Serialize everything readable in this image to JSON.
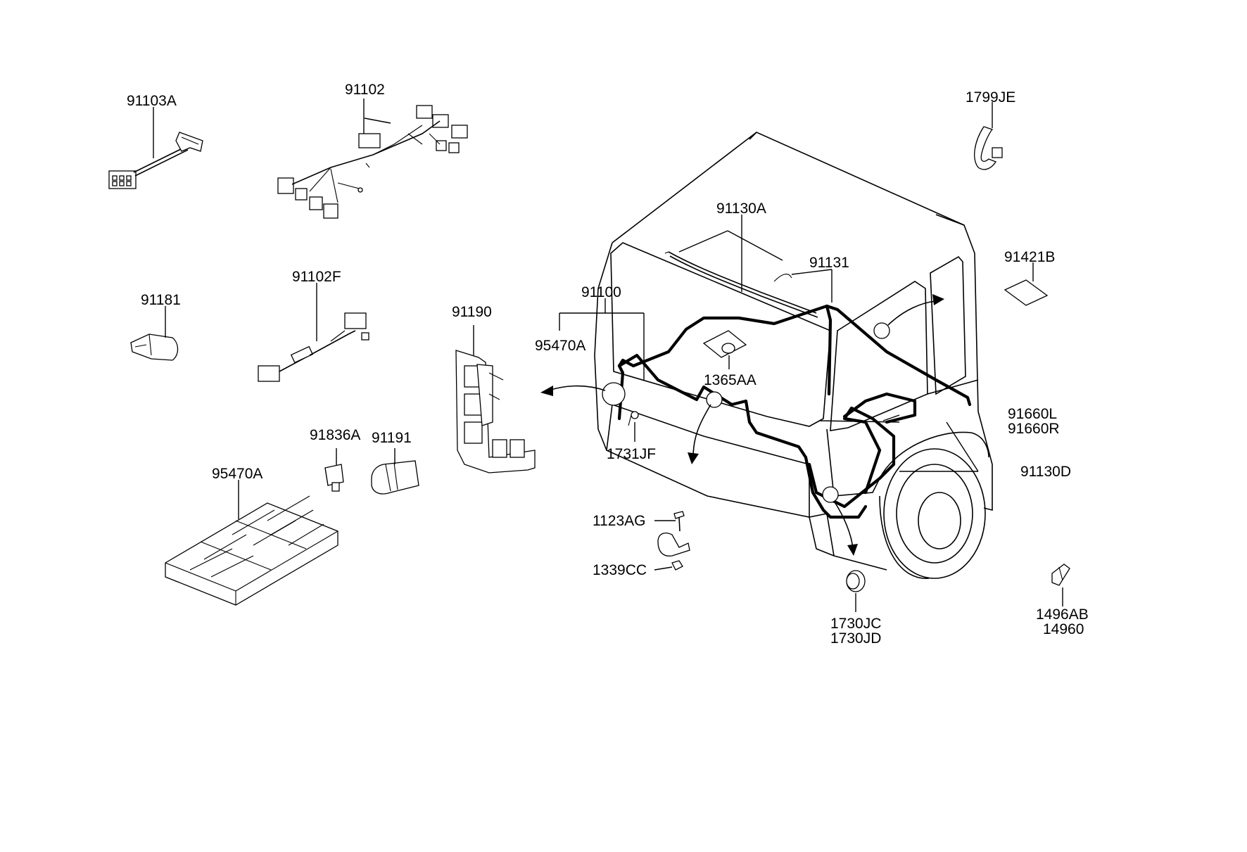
{
  "labels": {
    "p91103A": "91103A",
    "p91102": "91102",
    "p1799JE": "1799JE",
    "p91130A": "91130A",
    "p91131": "91131",
    "p91421B": "91421B",
    "p91181": "91181",
    "p91102F": "91102F",
    "p91100": "91100",
    "p95470A_top": "95470A",
    "p91190": "91190",
    "p1365AA": "1365AA",
    "p91660L": "91660L",
    "p91660R": "91660R",
    "p1731JF": "1731JF",
    "p91130D": "91130D",
    "p91836A": "91836A",
    "p91191": "91191",
    "p95470A_box": "95470A",
    "p1123AG": "1123AG",
    "p1339CC": "1339CC",
    "p1730JC": "1730JC",
    "p1730JD": "1730JD",
    "p1496AB": "1496AB",
    "p14960": "14960"
  }
}
